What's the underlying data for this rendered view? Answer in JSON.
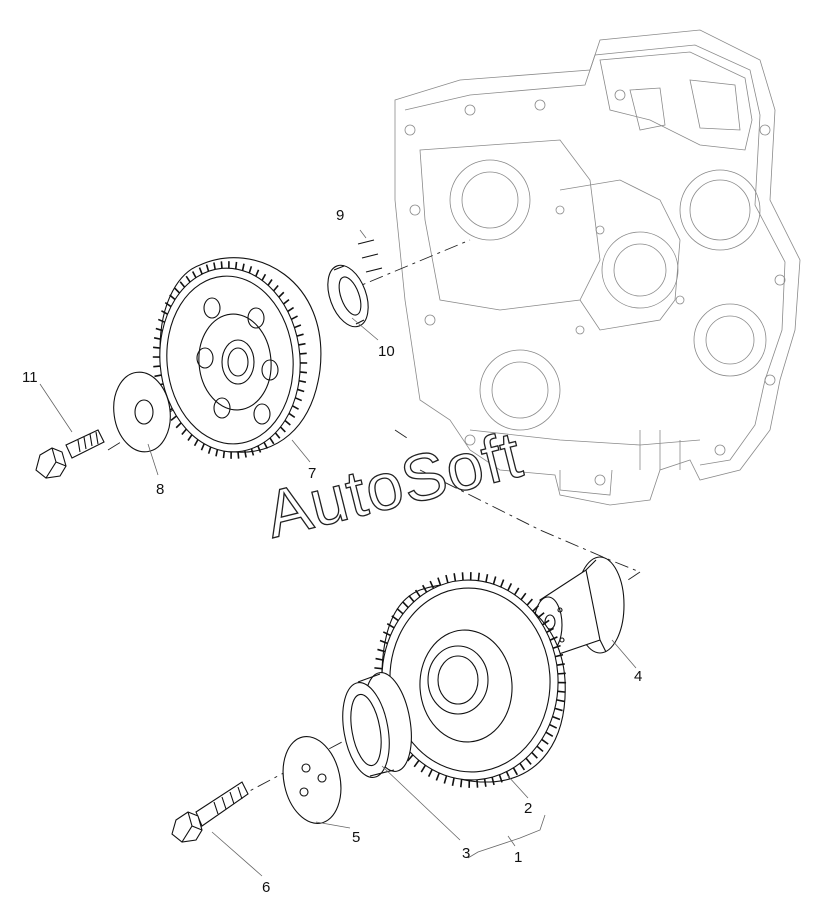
{
  "watermark": "AutoSoft",
  "callouts": [
    {
      "id": "c1",
      "text": "1"
    },
    {
      "id": "c2",
      "text": "2"
    },
    {
      "id": "c3",
      "text": "3"
    },
    {
      "id": "c4",
      "text": "4"
    },
    {
      "id": "c5",
      "text": "5"
    },
    {
      "id": "c6",
      "text": "6"
    },
    {
      "id": "c7",
      "text": "7"
    },
    {
      "id": "c8",
      "text": "8"
    },
    {
      "id": "c9",
      "text": "9"
    },
    {
      "id": "c10",
      "text": "10"
    },
    {
      "id": "c11",
      "text": "11"
    }
  ]
}
